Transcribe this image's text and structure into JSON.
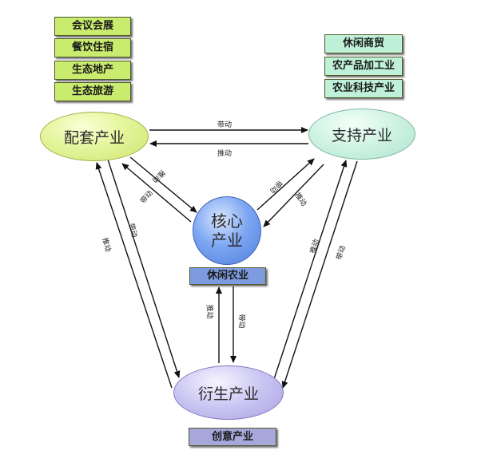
{
  "top_left_tags": [
    "会议会展",
    "餐饮住宿",
    "生态地产",
    "生态旅游"
  ],
  "top_right_tags": [
    "休闲商贸",
    "农产品加工业",
    "农业科技产业"
  ],
  "nodes": {
    "peitao": "配套产业",
    "zhichi": "支持产业",
    "hexin_line1": "核心",
    "hexin_line2": "产业",
    "yansheng": "衍生产业"
  },
  "hexin_tag": "休闲农业",
  "yansheng_tag": "创意产业",
  "arrow_labels": {
    "peitao_to_zhichi": "带动",
    "zhichi_to_peitao": "推动",
    "peitao_hexin_a": "推动",
    "peitao_hexin_b": "带动",
    "zhichi_hexin_a": "带动",
    "zhichi_hexin_b": "推动",
    "peitao_yansheng_a": "推动",
    "peitao_yansheng_b": "带动",
    "zhichi_yansheng_a": "推动",
    "zhichi_yansheng_b": "带动",
    "hexin_yansheng_up": "推动",
    "hexin_yansheng_down": "带动"
  }
}
